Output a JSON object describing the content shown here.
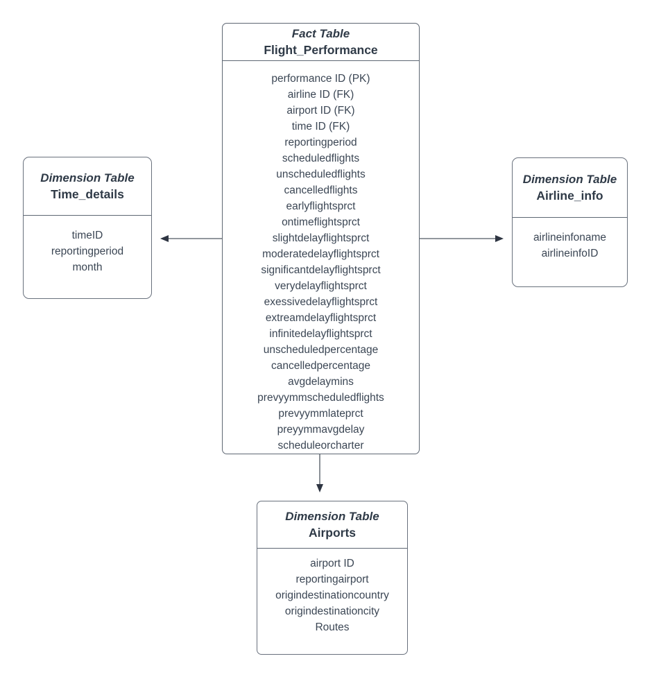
{
  "diagram": {
    "colors": {
      "background": "#ffffff",
      "box_border": "#5d6672",
      "text": "#333e4b",
      "connector_line": "#6e757d",
      "arrowhead": "#2e3542"
    },
    "tables": {
      "fact": {
        "type_label": "Fact Table",
        "name": "Flight_Performance",
        "fields": [
          "performance ID (PK)",
          "airline ID (FK)",
          "airport ID (FK)",
          "time ID (FK)",
          "reportingperiod",
          "scheduledflights",
          "unscheduledflights",
          "cancelledflights",
          "earlyflightsprct",
          "ontimeflightsprct",
          "slightdelayflightsprct",
          "moderatedelayflightsprct",
          "significantdelayflightsprct",
          "verydelayflightsprct",
          "exessivedelayflightsprct",
          "extreamdelayflightsprct",
          "infinitedelayflightsprct",
          "unscheduledpercentage",
          "cancelledpercentage",
          "avgdelaymins",
          "prevyymmscheduledflights",
          "prevyymmlateprct",
          "preyymmavgdelay",
          "scheduleorcharter"
        ]
      },
      "time": {
        "type_label": "Dimension Table",
        "name": "Time_details",
        "fields": [
          "timeID",
          "reportingperiod",
          "month"
        ]
      },
      "airline": {
        "type_label": "Dimension Table",
        "name": "Airline_info",
        "fields": [
          "airlineinfoname",
          "airlineinfoID"
        ]
      },
      "airports": {
        "type_label": "Dimension Table",
        "name": "Airports",
        "fields": [
          "airport ID",
          "reportingairport",
          "origindestinationcountry",
          "origindestinationcity",
          "Routes"
        ]
      }
    }
  }
}
